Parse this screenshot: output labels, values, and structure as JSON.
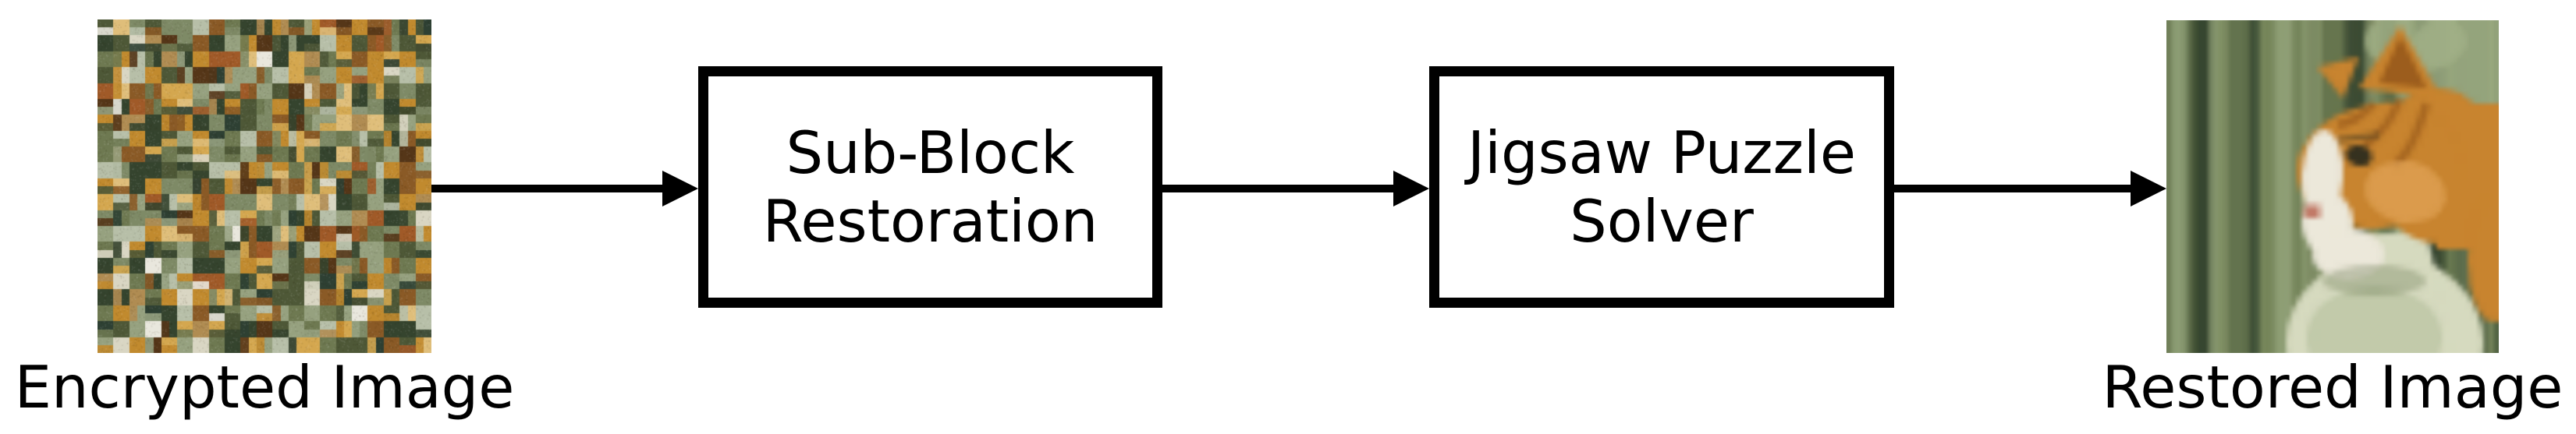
{
  "figure": {
    "background": "#ffffff",
    "ink": "#000000"
  },
  "flow": {
    "input": {
      "id": "encrypted-image",
      "kind": "image-thumbnail",
      "label": "Encrypted Image",
      "depicts": "scrambled mosaic of shuffled image blocks (greens, olives, ambers, browns)"
    },
    "steps": [
      {
        "id": "sub-block-restoration",
        "line1": "Sub-Block",
        "line2": "Restoration"
      },
      {
        "id": "jigsaw-puzzle-solver",
        "line1": "Jigsaw Puzzle",
        "line2": "Solver"
      }
    ],
    "output": {
      "id": "restored-image",
      "kind": "image-thumbnail",
      "label": "Restored Image",
      "depicts": "blurry photo of an orange tabby cat in profile facing left, white muzzle and chest, green foliage background"
    },
    "edges": [
      {
        "from": "encrypted-image",
        "to": "sub-block-restoration"
      },
      {
        "from": "sub-block-restoration",
        "to": "jigsaw-puzzle-solver"
      },
      {
        "from": "jigsaw-puzzle-solver",
        "to": "restored-image"
      }
    ]
  },
  "encrypted_thumbnail": {
    "seed": 7,
    "grid": 21,
    "palette": [
      {
        "c": "#4e5837",
        "w": 9
      },
      {
        "c": "#6e7951",
        "w": 8
      },
      {
        "c": "#96a17f",
        "w": 8
      },
      {
        "c": "#b7bfa8",
        "w": 4
      },
      {
        "c": "#35442e",
        "w": 8
      },
      {
        "c": "#2e4033",
        "w": 5
      },
      {
        "c": "#7e8a66",
        "w": 6
      },
      {
        "c": "#c18a2e",
        "w": 8
      },
      {
        "c": "#d4a74f",
        "w": 5
      },
      {
        "c": "#dfbe7a",
        "w": 2
      },
      {
        "c": "#8a5a26",
        "w": 6
      },
      {
        "c": "#553618",
        "w": 4
      },
      {
        "c": "#a05a28",
        "w": 3
      },
      {
        "c": "#b08c52",
        "w": 4
      },
      {
        "c": "#d9d6c3",
        "w": 3
      },
      {
        "c": "#e9e7dd",
        "w": 2
      }
    ]
  },
  "restored_thumbnail": {
    "seed": 13,
    "colors": {
      "bg_base": "#66754e",
      "bg_streaks": [
        "#31402c",
        "#49593a",
        "#5d6f45",
        "#7b8b5e",
        "#93a37a",
        "#3a4a34",
        "#85936a"
      ],
      "bg_light": "#a3b188",
      "fur": "#c8842f",
      "fur_dark": "#9c5d1d",
      "fur_light": "#e2a558",
      "blaze": "#ece8da",
      "chest": "#d6dabf",
      "chest_tint": "#b4c09c",
      "nose": "#c27a68",
      "eye": "#35311f",
      "shadow": "#6f7d58"
    }
  }
}
